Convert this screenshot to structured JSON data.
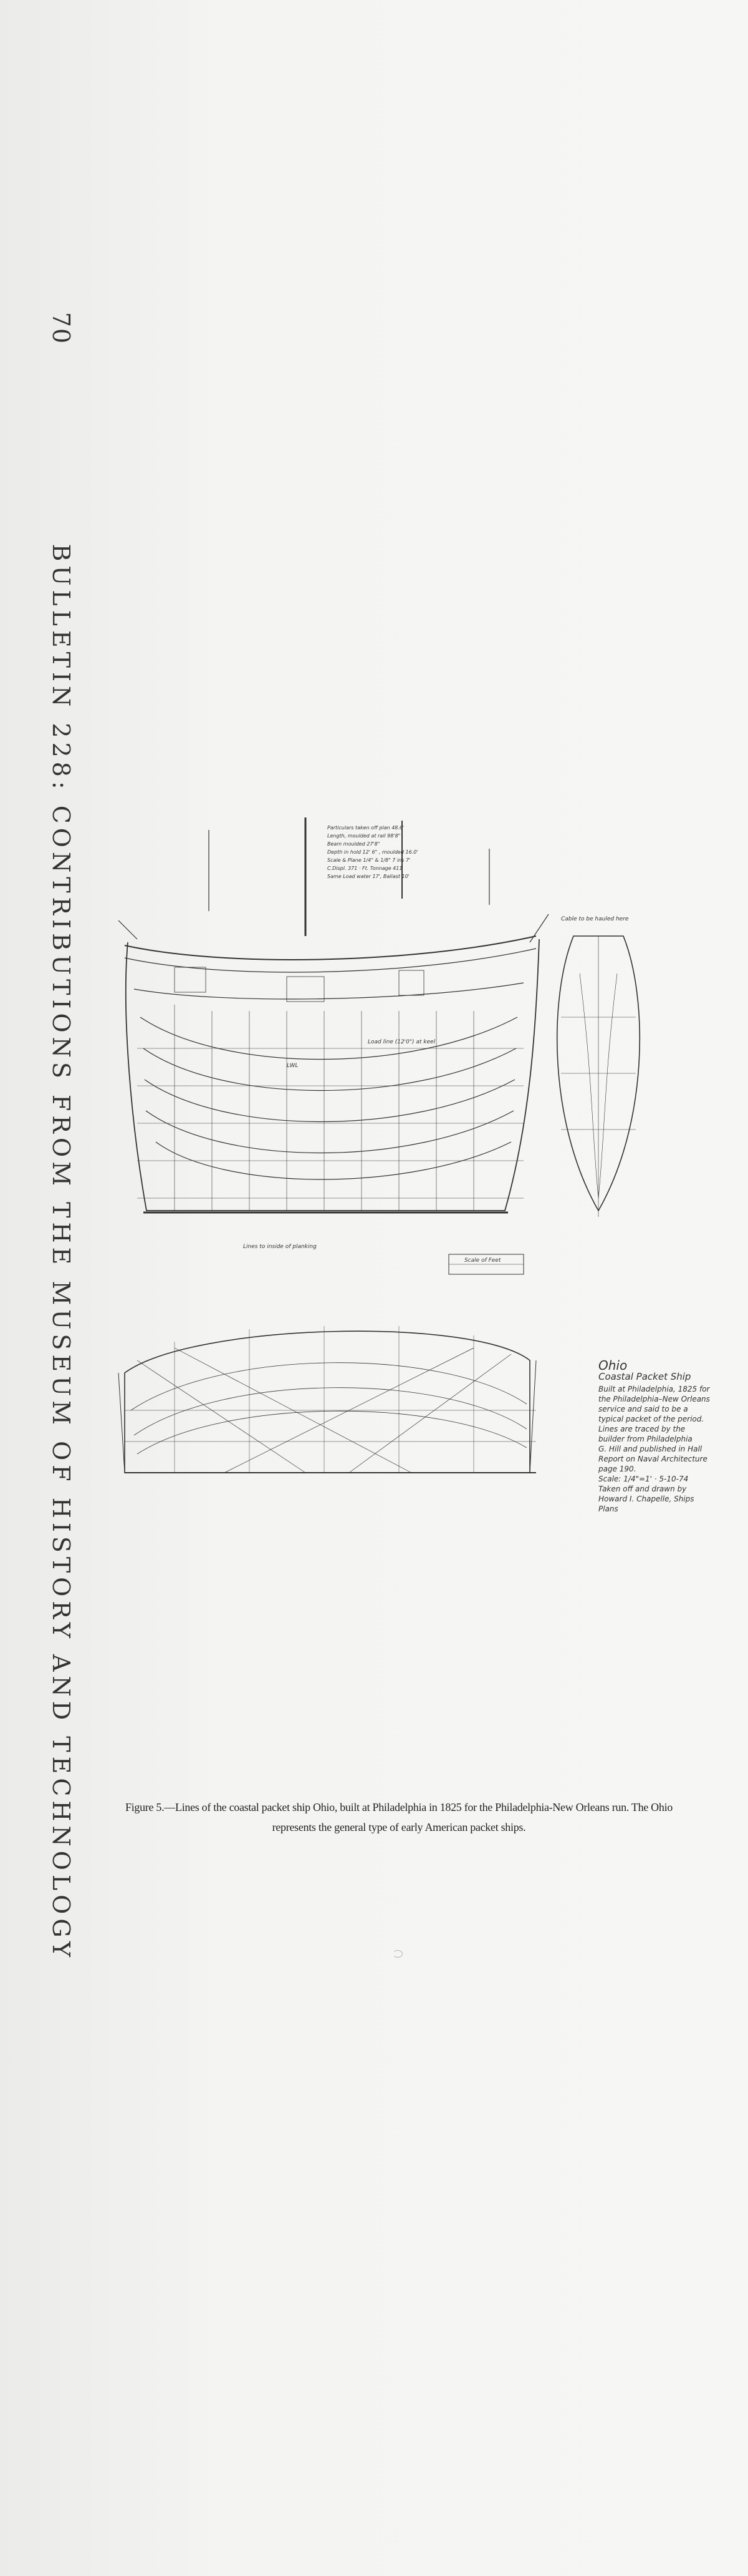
{
  "running_head": {
    "page_number": "70",
    "title": "BULLETIN 228: CONTRIBUTIONS FROM THE MUSEUM OF HISTORY AND TECHNOLOGY"
  },
  "drawing": {
    "specs": [
      "Particulars taken off plan 48.6'",
      "Length, moulded at rail 98'8\"",
      "Beam moulded 27'8\"",
      "Depth in hold 12' 6\" , moulded 16.0'",
      "Scale & Plane 1/4\" & 1/8\" 7 ins 7'",
      "C.Displ. 371 · Ft. Tonnage 411",
      "Same Load water 17', Ballast 10'"
    ],
    "plan_labels": {
      "load_line": "Load line (12'0\") at keel",
      "lwl": "LWL",
      "rabbet": "Lines to inside of planking",
      "scale_box": "Scale of Feet",
      "stem_note": "Cable to be hauled here"
    },
    "title_block": {
      "name": "Ohio",
      "subtitle": "Coastal Packet Ship",
      "lines": [
        "Built at Philadelphia, 1825 for",
        "the Philadelphia–New Orleans",
        "service and said to be a",
        "typical packet of the period.",
        "Lines are traced by the",
        "builder from Philadelphia",
        "G. Hill and published in Hall",
        "Report on Naval Architecture",
        "page 190.",
        "Scale: 1/4\"=1' · 5-10-74",
        "Taken off and drawn by",
        "Howard I. Chapelle, Ships Plans"
      ]
    }
  },
  "caption": {
    "text": "Figure 5.—Lines of the coastal packet ship Ohio, built at Philadelphia in 1825 for the Philadelphia-New Orleans run. The Ohio represents the general type of early American packet ships."
  }
}
